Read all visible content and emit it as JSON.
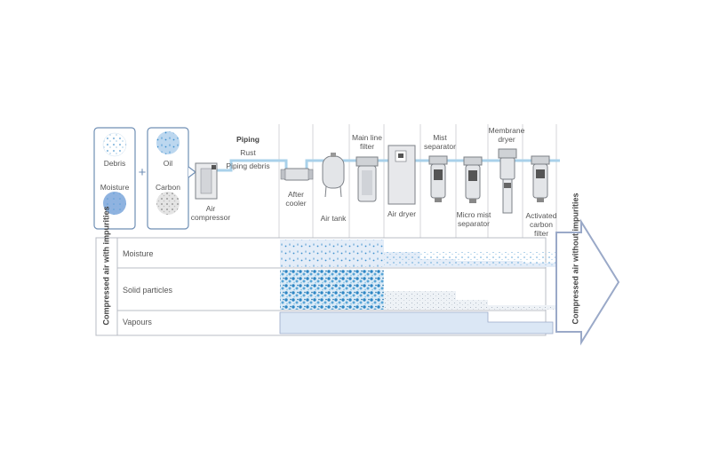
{
  "impurities": {
    "left_box": [
      "Debris",
      "Moisture"
    ],
    "right_box": [
      "Oil",
      "Carbon"
    ],
    "plus": "+"
  },
  "piping": {
    "title": "Piping",
    "items": [
      "Rust",
      "Piping debris"
    ]
  },
  "equipment": [
    {
      "id": "air-compressor",
      "label": "Air\ncompressor"
    },
    {
      "id": "after-cooler",
      "label": "After\ncooler"
    },
    {
      "id": "air-tank",
      "label": "Air tank"
    },
    {
      "id": "main-line-filter",
      "label": "Main line\nfilter"
    },
    {
      "id": "air-dryer",
      "label": "Air dryer"
    },
    {
      "id": "mist-separator",
      "label": "Mist\nseparator"
    },
    {
      "id": "micro-mist-separator",
      "label": "Micro mist\nseparator"
    },
    {
      "id": "membrane-dryer",
      "label": "Membrane\ndryer"
    },
    {
      "id": "activated-carbon-filter",
      "label": "Activated\ncarbon\nfilter"
    }
  ],
  "table": {
    "side_label": "Compressed air with impurities",
    "rows": [
      "Moisture",
      "Solid particles",
      "Vapours"
    ],
    "output_label": "Compressed air without impurities"
  },
  "colors": {
    "pipe": "#a9d1ea",
    "band": "#dbe7f5",
    "dots": "#2f8fcf",
    "frame": "#9aa9c8",
    "line": "#b8bcc4"
  }
}
